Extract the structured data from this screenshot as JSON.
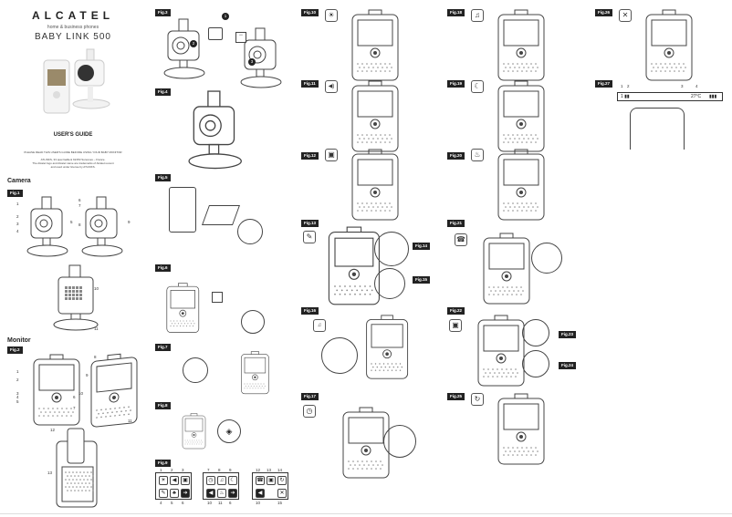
{
  "cover": {
    "brand": "ALCATEL",
    "tagline": "home & business phones",
    "product": "BABY LINK 500",
    "guide": "USER'S GUIDE",
    "notice": "PLEASE READ THIS USER'S GUIDE BEFORE USING YOUR BABY MONITOR",
    "address": "ATLINKS, 33 quai Gallieni 92150 Suresnes – France.",
    "trademark": "The Alcatel logo and Alcatel name are trademarks of Alcatel-Lucent",
    "license": "and used under license by ATLINKS."
  },
  "sections": {
    "camera": "Camera",
    "monitor": "Monitor"
  },
  "figs": [
    "Fig.1",
    "Fig.2",
    "Fig.3",
    "Fig.4",
    "Fig.5",
    "Fig.6",
    "Fig.7",
    "Fig.8",
    "Fig.9",
    "Fig.10",
    "Fig.11",
    "Fig.12",
    "Fig.13",
    "Fig.14",
    "Fig.15",
    "Fig.16",
    "Fig.17",
    "Fig.18",
    "Fig.19",
    "Fig.20",
    "Fig.21",
    "Fig.22",
    "Fig.23",
    "Fig.24",
    "Fig.25",
    "Fig.26",
    "Fig.27"
  ],
  "fig1_labels": [
    "1",
    "2",
    "3",
    "4",
    "5",
    "6",
    "7",
    "8",
    "9",
    "10",
    "11"
  ],
  "fig2_labels": [
    "1",
    "2",
    "3",
    "4",
    "5",
    "6",
    "7",
    "8",
    "9",
    "10",
    "11",
    "12",
    "13"
  ],
  "fig3_steps": [
    "1",
    "2",
    "3"
  ],
  "fig9_labels": {
    "top": [
      "1",
      "2",
      "3",
      "7",
      "8",
      "9",
      "12",
      "13",
      "14"
    ],
    "bottom": [
      "4",
      "5",
      "6",
      "10",
      "11",
      "6",
      "10",
      "15"
    ]
  },
  "fig27": {
    "labels": [
      "1",
      "2",
      "3",
      "4"
    ],
    "temperature": "27°C"
  },
  "icons": {
    "fig10": "☀",
    "fig11": "◀)",
    "fig12": "▣",
    "fig13": "✎",
    "fig16": "♫",
    "fig17": "◷",
    "fig18": "♫",
    "fig19": "☾",
    "fig20": "♨",
    "fig21": "☎",
    "fig22": "▣",
    "fig25": "↻",
    "fig26": "✕"
  }
}
